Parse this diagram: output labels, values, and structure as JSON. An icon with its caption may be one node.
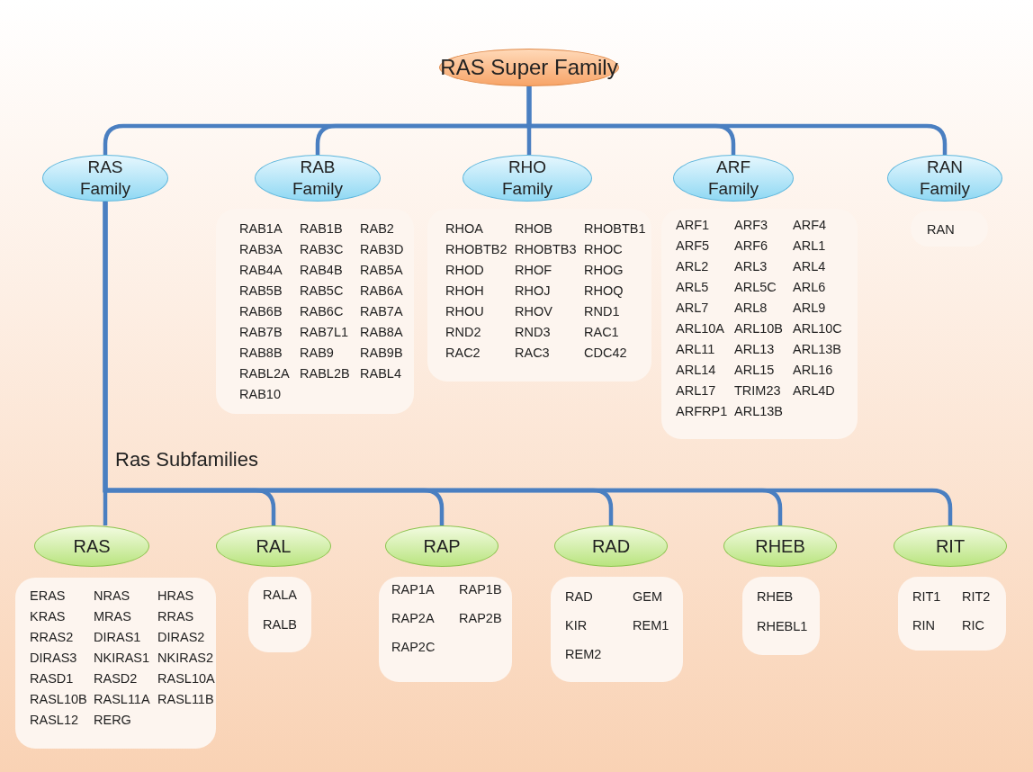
{
  "diagram": {
    "nodes": [
      {
        "text": [
          "RAS Super Family"
        ]
      },
      {
        "text": [
          "RAS Family"
        ]
      },
      {
        "text": [
          "RAB Family"
        ]
      },
      {
        "text": [
          "RHO Family"
        ]
      },
      {
        "text": [
          "ARF Family"
        ]
      },
      {
        "text": [
          "RAN Family"
        ]
      },
      {
        "text": [
          "RAB1A",
          "RAB1B",
          "RAB2",
          "RAB3A",
          "RAB3C",
          "RAB3D",
          "RAB4A",
          "RAB4B",
          "RAB5A",
          "RAB5B",
          "RAB5C",
          "RAB6A",
          "RAB6B",
          "RAB6C",
          "RAB7A",
          "RAB7B",
          "RAB7L1",
          "RAB8A",
          "RAB8B",
          "RAB9",
          "RAB9B",
          "RABL2A",
          "RABL2B",
          "RABL4",
          "RAB10"
        ]
      },
      {
        "text": [
          "RHOA",
          "RHOB",
          "RHOBTB1",
          "RHOBTB2",
          "RHOBTB3",
          "RHOC",
          "RHOD",
          "RHOF",
          "RHOG",
          "RHOH",
          "RHOJ",
          "RHOQ",
          "RHOU",
          "RHOV",
          "RND1",
          "RND2",
          "RND3",
          "RAC1",
          "RAC2",
          "RAC3",
          "CDC42"
        ]
      },
      {
        "text": [
          "ARF1",
          "ARF3",
          "ARF4",
          "ARF5",
          "ARF6",
          "ARL1",
          "ARL2",
          "ARL3",
          "ARL4",
          "ARL5",
          "ARL5C",
          "ARL6",
          "ARL7",
          "ARL8",
          "ARL9",
          "ARL10A",
          "ARL10B",
          "ARL10C",
          "ARL11",
          "ARL13",
          "ARL13B",
          "ARL14",
          "ARL15",
          "ARL16",
          "ARL17",
          "TRIM23",
          "ARL4D",
          "ARFRP1",
          "ARL13B"
        ]
      },
      {
        "text": [
          "RAN"
        ]
      },
      {
        "text": [
          "RAS"
        ]
      },
      {
        "text": [
          "RAL"
        ]
      },
      {
        "text": [
          "RAP"
        ]
      },
      {
        "text": [
          "RAD"
        ]
      },
      {
        "text": [
          "RHEB"
        ]
      },
      {
        "text": [
          "RIT"
        ]
      },
      {
        "text": [
          "ERAS",
          "NRAS",
          "HRAS",
          "KRAS",
          "MRAS",
          "RRAS",
          "RRAS2",
          "DIRAS1",
          "DIRAS2",
          "DIRAS3",
          "NKIRAS1",
          "NKIRAS2",
          "RASD1",
          "RASD2",
          "RASL10A",
          "RASL10B",
          "RASL11A",
          "RASL11B",
          "RASL12",
          "RERG"
        ]
      },
      {
        "text": [
          "RALA",
          "RALB"
        ]
      },
      {
        "text": [
          "RAP1A",
          "RAP1B",
          "RAP2A",
          "RAP2B",
          "RAP2C"
        ]
      },
      {
        "text": [
          "RAD",
          "GEM",
          "KIR",
          "REM1",
          "REM2"
        ]
      },
      {
        "text": [
          "RHEB",
          "RHEBL1"
        ]
      },
      {
        "text": [
          "RIT1",
          "RIT2",
          "RIN",
          "RIC"
        ]
      }
    ],
    "edges": [
      {
        "from": 0,
        "to": 1,
        "arrow": "none"
      },
      {
        "from": 0,
        "to": 2,
        "arrow": "none"
      },
      {
        "from": 0,
        "to": 3,
        "arrow": "none"
      },
      {
        "from": 0,
        "to": 4,
        "arrow": "none"
      },
      {
        "from": 0,
        "to": 5,
        "arrow": "none"
      },
      {
        "from": 1,
        "to": 10,
        "arrow": "none"
      },
      {
        "from": 1,
        "to": 11,
        "arrow": "none"
      },
      {
        "from": 1,
        "to": 12,
        "arrow": "none"
      },
      {
        "from": 1,
        "to": 13,
        "arrow": "none"
      },
      {
        "from": 1,
        "to": 14,
        "arrow": "none"
      },
      {
        "from": 1,
        "to": 15,
        "arrow": "none"
      }
    ],
    "labels": [
      "Ras Subfamilies"
    ]
  }
}
